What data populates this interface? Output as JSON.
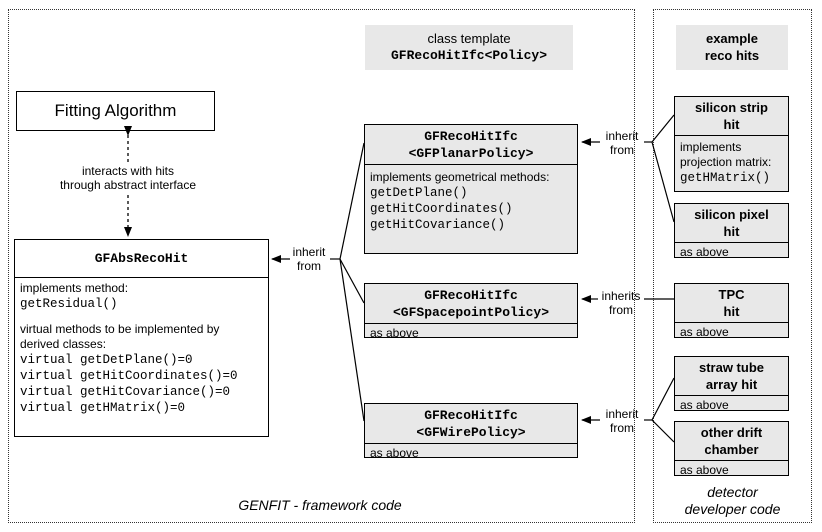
{
  "regions": {
    "framework_label": "GENFIT - framework code",
    "developer_label_1": "detector",
    "developer_label_2": "developer code"
  },
  "template_note": {
    "line1": "class template",
    "line2": "GFRecoHitIfc<Policy>"
  },
  "example_note": {
    "line1": "example",
    "line2": "reco hits"
  },
  "fitting": {
    "title": "Fitting Algorithm",
    "edge_label_1": "interacts with hits",
    "edge_label_2": "through abstract interface"
  },
  "abs": {
    "title": "GFAbsRecoHit",
    "line1": "implements method:",
    "code1": "getResidual()",
    "line2": "virtual methods to be implemented by",
    "line3": "derived classes:",
    "virtuals": [
      "virtual getDetPlane()=0",
      "virtual getHitCoordinates()=0",
      "virtual getHitCovariance()=0",
      "virtual getHMatrix()=0"
    ]
  },
  "planar": {
    "title1": "GFRecoHitIfc",
    "title2": "<GFPlanarPolicy>",
    "text": "implements geometrical methods:",
    "methods": [
      "getDetPlane()",
      "getHitCoordinates()",
      "getHitCovariance()"
    ]
  },
  "spacepoint": {
    "title1": "GFRecoHitIfc",
    "title2": "<GFSpacepointPolicy>",
    "text": "as above"
  },
  "wire": {
    "title1": "GFRecoHitIfc",
    "title2": "<GFWirePolicy>",
    "text": "as above"
  },
  "strip": {
    "title1": "silicon strip",
    "title2": "hit",
    "text1": "implements",
    "text2": "projection matrix:",
    "code": "getHMatrix()"
  },
  "pixel": {
    "title1": "silicon pixel",
    "title2": "hit",
    "text": "as above"
  },
  "tpc": {
    "title1": "TPC",
    "title2": "hit",
    "text": "as above"
  },
  "straw": {
    "title1": "straw tube",
    "title2": "array hit",
    "text": "as above"
  },
  "drift": {
    "title1": "other drift",
    "title2": "chamber",
    "text": "as above"
  },
  "edges": {
    "abs_inherit_1": "inherit",
    "abs_inherit_2": "from",
    "planar_inherit_1": "inherit",
    "planar_inherit_2": "from",
    "tpc_inherit_1": "inherits",
    "tpc_inherit_2": "from",
    "wire_inherit_1": "inherit",
    "wire_inherit_2": "from"
  }
}
